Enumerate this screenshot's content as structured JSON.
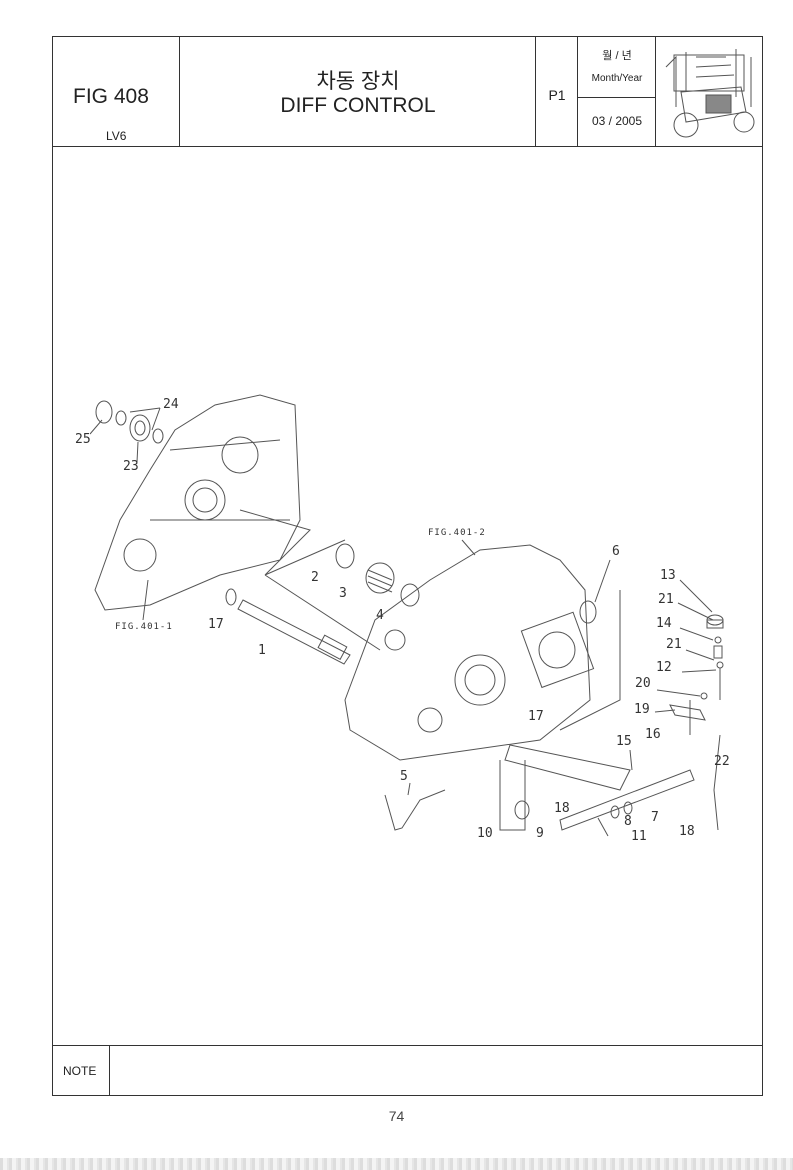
{
  "header": {
    "fig_number": "FIG 408",
    "model": "LV6",
    "title_korean": "차동 장치",
    "title_english": "DIFF CONTROL",
    "page_code": "P1",
    "date_label_korean": "월 / 년",
    "date_label_english": "Month/Year",
    "date_value": "03 / 2005"
  },
  "diagram": {
    "references": {
      "fig_401_1": "FIG.401-1",
      "fig_401_2": "FIG.401-2"
    },
    "callouts": [
      "25",
      "24",
      "23",
      "2",
      "3",
      "4",
      "6",
      "13",
      "21",
      "14",
      "21",
      "12",
      "20",
      "19",
      "17",
      "1",
      "17",
      "15",
      "16",
      "22",
      "5",
      "18",
      "8",
      "7",
      "18",
      "10",
      "9",
      "11"
    ]
  },
  "note": {
    "label": "NOTE",
    "text": ""
  },
  "footer": {
    "page_number": "74"
  }
}
